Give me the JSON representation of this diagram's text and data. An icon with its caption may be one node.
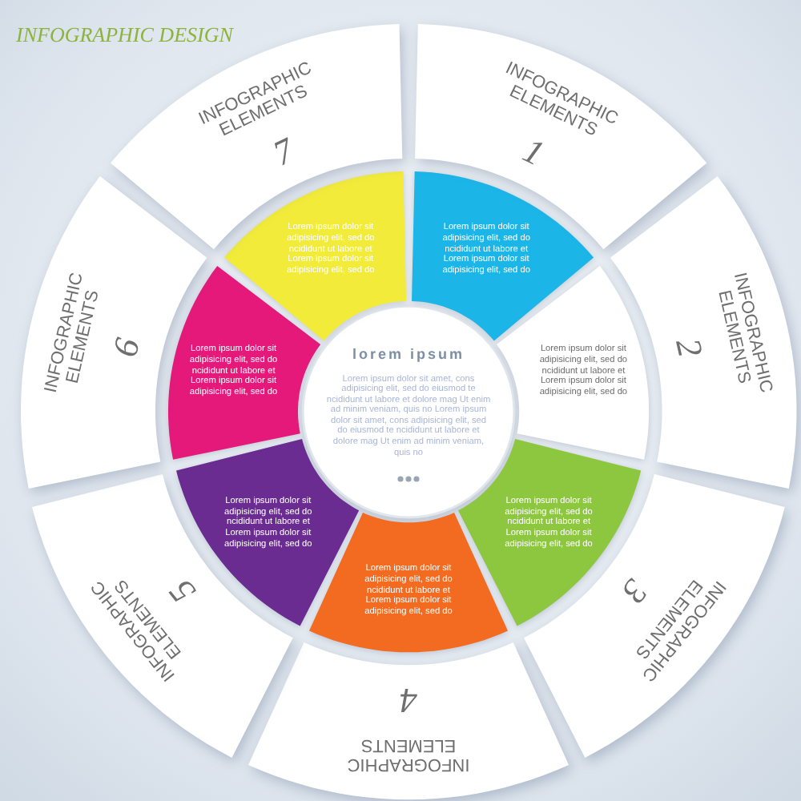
{
  "diagram": {
    "title": "INFOGRAPHIC DESIGN",
    "nodes": [
      {
        "text": [
          "lorem ipsum",
          "Lorem ipsum dolor sit amet, cons adipisicing elit, sed do eiusmod te ncididunt ut labore et dolore mag Ut enim ad minim veniam, quis no Lorem ipsum dolor sit amet, cons adipisicing elit, sed do eiusmod te ncididunt ut labore et dolore mag Ut enim ad minim veniam, quis no"
        ]
      },
      {
        "text": [
          "Lorem ipsum dolor sit adipisicing elit, sed do ncididunt ut labore et Lorem ipsum dolor sit adipisicing elit, sed do"
        ]
      },
      {
        "text": [
          "Lorem ipsum dolor sit adipisicing elit, sed do ncididunt ut labore et Lorem ipsum dolor sit adipisicing elit, sed do"
        ]
      },
      {
        "text": [
          "Lorem ipsum dolor sit adipisicing elit, sed do ncididunt ut labore et Lorem ipsum dolor sit adipisicing elit, sed do"
        ]
      },
      {
        "text": [
          "Lorem ipsum dolor sit adipisicing elit, sed do ncididunt ut labore et Lorem ipsum dolor sit adipisicing elit, sed do"
        ]
      },
      {
        "text": [
          "Lorem ipsum dolor sit adipisicing elit, sed do ncididunt ut labore et Lorem ipsum dolor sit adipisicing elit, sed do"
        ]
      },
      {
        "text": [
          "Lorem ipsum dolor sit adipisicing elit, sed do ncididunt ut labore et Lorem ipsum dolor sit adipisicing elit, sed do"
        ]
      },
      {
        "text": [
          "Lorem ipsum dolor sit adipisicing elit, sed do ncididunt ut labore et Lorem ipsum dolor sit adipisicing elit, sed do"
        ]
      },
      {
        "text": [
          "INFOGRAPHIC ELEMENTS",
          "1"
        ]
      },
      {
        "text": [
          "INFOGRAPHIC ELEMENTS",
          "2"
        ]
      },
      {
        "text": [
          "INFOGRAPHIC ELEMENTS",
          "3"
        ]
      },
      {
        "text": [
          "INFOGRAPHIC ELEMENTS",
          "4"
        ]
      },
      {
        "text": [
          "INFOGRAPHIC ELEMENTS",
          "5"
        ]
      },
      {
        "text": [
          "INFOGRAPHIC ELEMENTS",
          "6"
        ]
      },
      {
        "text": [
          "INFOGRAPHIC ELEMENTS",
          "7"
        ]
      }
    ],
    "edges": []
  }
}
